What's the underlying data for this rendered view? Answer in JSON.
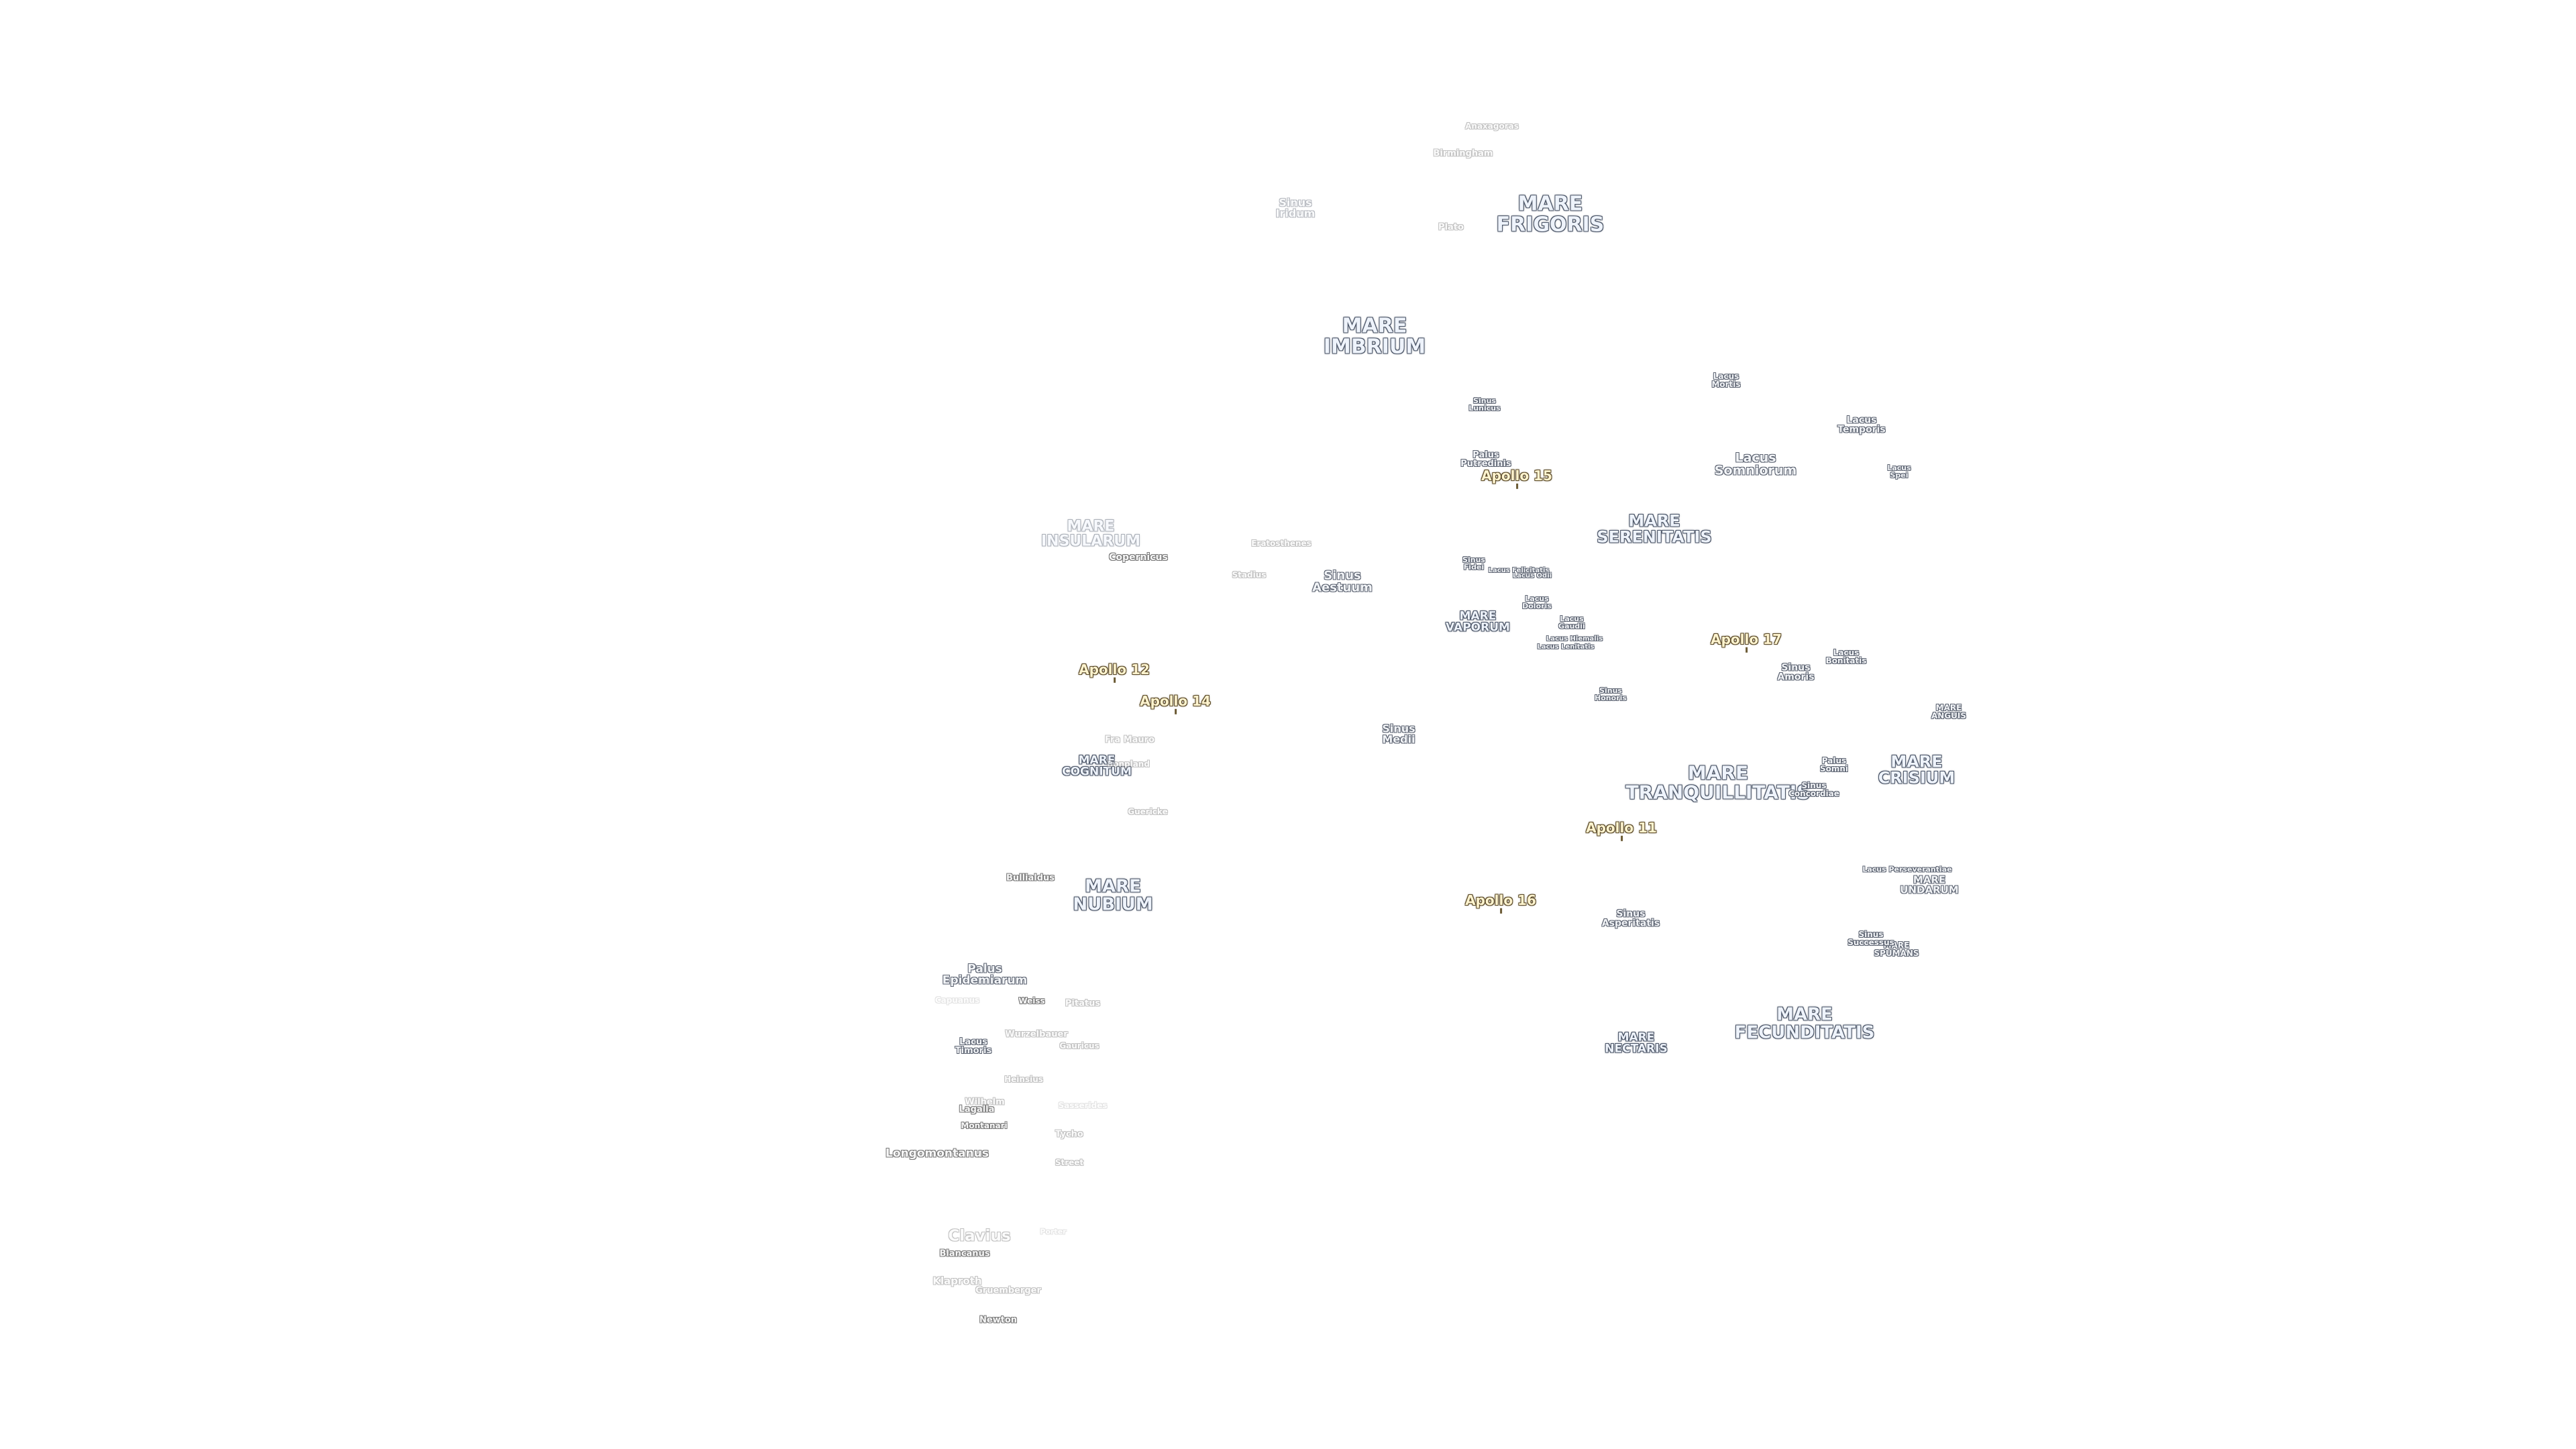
{
  "colors": {
    "background": "#ffffff",
    "mare_label": "#eef3fb",
    "apollo_label": "#fff4cf"
  },
  "labels": {
    "mare_frigoris": [
      "MARE",
      "FRIGORIS"
    ],
    "mare_imbrium": [
      "MARE",
      "IMBRIUM"
    ],
    "mare_insularum": [
      "MARE",
      "INSULARUM"
    ],
    "mare_serenitatis": [
      "MARE",
      "SERENITATIS"
    ],
    "mare_tranquillitatis": [
      "MARE",
      "TRANQUILLITATIS"
    ],
    "mare_crisium": [
      "MARE",
      "CRISIUM"
    ],
    "mare_nubium": [
      "MARE",
      "NUBIUM"
    ],
    "mare_cognitum": [
      "MARE",
      "COGNITUM"
    ],
    "mare_vaporum": [
      "MARE",
      "VAPORUM"
    ],
    "mare_nectaris": [
      "MARE",
      "NECTARIS"
    ],
    "mare_fecunditatis": [
      "MARE",
      "FECUNDITATIS"
    ],
    "mare_anguis": [
      "MARE",
      "ANGUIS"
    ],
    "mare_undarum": [
      "MARE",
      "UNDARUM"
    ],
    "mare_spumans": [
      "MARE",
      "SPUMANS"
    ],
    "sinus_iridum": [
      "Sinus",
      "Iridum"
    ],
    "sinus_aestuum": [
      "Sinus",
      "Aestuum"
    ],
    "sinus_medii": [
      "Sinus",
      "Medii"
    ],
    "sinus_lunicus": [
      "Sinus",
      "Lunicus"
    ],
    "sinus_fidei": [
      "Sinus",
      "Fidei"
    ],
    "sinus_honoris": [
      "Sinus",
      "Honoris"
    ],
    "sinus_amoris": [
      "Sinus",
      "Amoris"
    ],
    "sinus_asperitatis": [
      "Sinus",
      "Asperitatis"
    ],
    "sinus_concordiae": [
      "Sinus",
      "Concordiae"
    ],
    "sinus_successus": [
      "Sinus",
      "Successus"
    ],
    "lacus_mortis": [
      "Lacus",
      "Mortis"
    ],
    "lacus_temporis": [
      "Lacus",
      "Temporis"
    ],
    "lacus_somniorum": [
      "Lacus",
      "Somniorum"
    ],
    "lacus_spei": [
      "Lacus",
      "Spei"
    ],
    "lacus_doloris": [
      "Lacus",
      "Doloris"
    ],
    "lacus_gaudii": [
      "Lacus",
      "Gaudii"
    ],
    "lacus_felicitatis": "Lacus Felicitatis",
    "lacus_odii": "Lacus Odii",
    "lacus_hiemalis": "Lacus Hiemalis",
    "lacus_lenitatis": "Lacus Lenitatis",
    "lacus_bonitatis": [
      "Lacus",
      "Bonitatis"
    ],
    "lacus_perseverantiae": "Lacus Perseverantiae",
    "lacus_timoris": [
      "Lacus",
      "Timoris"
    ],
    "palus_putredinis": [
      "Palus",
      "Putredinis"
    ],
    "palus_somni": [
      "Palus",
      "Somni"
    ],
    "palus_epidemiarum": [
      "Palus",
      "Epidemiarum"
    ],
    "apollo_15": "Apollo 15",
    "apollo_17": "Apollo 17",
    "apollo_12": "Apollo 12",
    "apollo_14": "Apollo 14",
    "apollo_11": "Apollo 11",
    "apollo_16": "Apollo 16",
    "anaxagoras": "Anaxagoras",
    "birmingham": "Birmingham",
    "plato": "Plato",
    "copernicus": "Copernicus",
    "eratosthenes": "Eratosthenes",
    "stadius": "Stadius",
    "fra_mauro": "Fra Mauro",
    "bonpland": "Bonpland",
    "guericke": "Guericke",
    "bullialdus": "Bullialdus",
    "capuanus": "Capuanus",
    "weiss": "Weiss",
    "pitatus": "Pitatus",
    "wurzelbauer": "Wurzelbauer",
    "gauricus": "Gauricus",
    "heinsius": "Heinsius",
    "wilhelm": "Wilhelm",
    "lagalla": "Lagalla",
    "montanari": "Montanari",
    "sasserides": "Sasserides",
    "tycho": "Tycho",
    "longomontanus": "Longomontanus",
    "street": "Street",
    "clavius": "Clavius",
    "porter": "Porter",
    "blancanus": "Blancanus",
    "klaproth": "Klaproth",
    "gruemberger": "Gruemberger",
    "newton": "Newton"
  }
}
